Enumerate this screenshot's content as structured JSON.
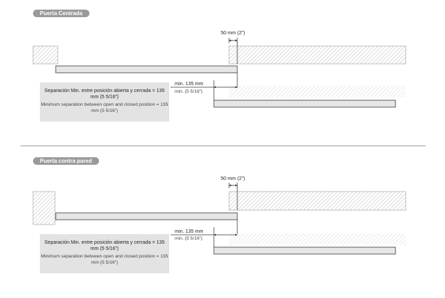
{
  "sections": [
    {
      "title": "Puerta Centrada",
      "gap_label": "50 mm (2”)",
      "dim_metric": "min. 135 mm",
      "dim_imperial": "min. (5 5/16”)",
      "note_es": "Separación Min. entre posición abierta y cerrada = 135 mm (5 5/16”)",
      "note_en": "Minimum separation between open and closed position = 135 mm (5 5/16”)"
    },
    {
      "title": "Puerta contra pared",
      "gap_label": "50 mm (2”)",
      "dim_metric": "min. 135 mm",
      "dim_imperial": "min. (5 5/16”)",
      "note_es": "Separación Min. entre posición abierta y cerrada = 135 mm (5 5/16”)",
      "note_en": "Minimum separation between open and closed position = 135 mm (5 5/16”)"
    }
  ],
  "colors": {
    "pill_bg": "#9a9a9a",
    "note_bg": "#e3e3e3",
    "door_fill": "#e6e6e6",
    "hatch": "#b0b0b0",
    "line": "#333333"
  }
}
